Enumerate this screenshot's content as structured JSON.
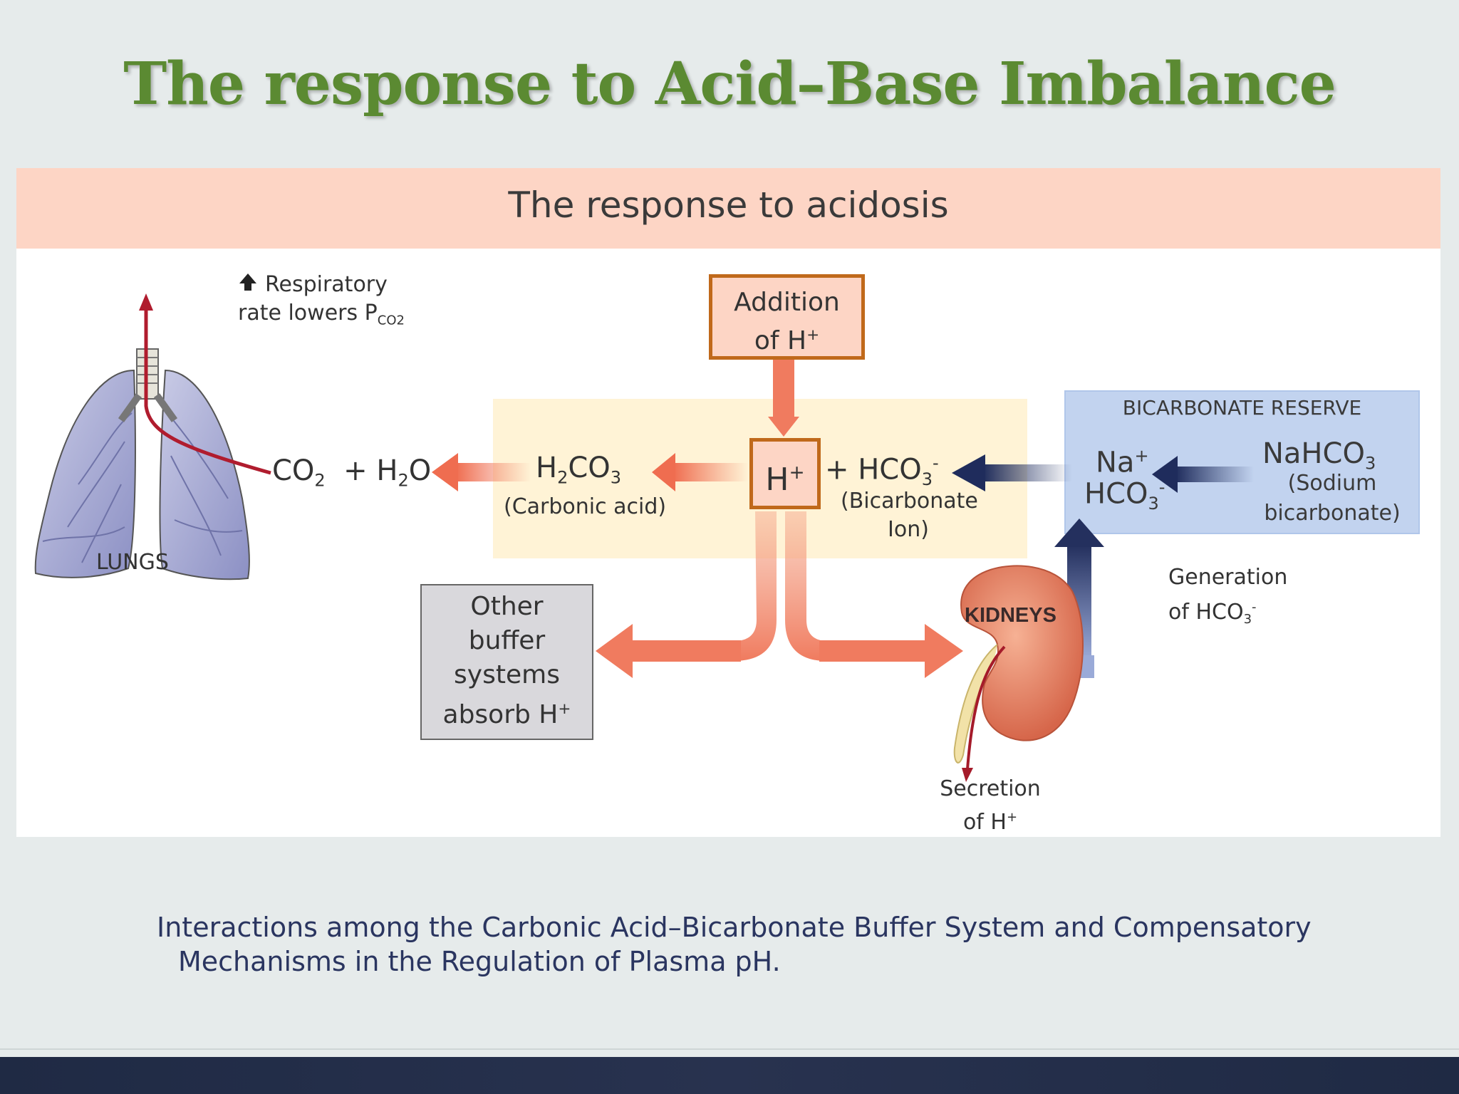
{
  "slide": {
    "title": "The response to Acid–Base Imbalance",
    "banner": "The response to acidosis",
    "caption_line1": "Interactions among the Carbonic Acid–Bicarbonate Buffer System and Compensatory",
    "caption_line2": "Mechanisms in the Regulation of Plasma pH."
  },
  "diagram": {
    "respiratory_line1": "Respiratory",
    "respiratory_line2": "rate lowers P",
    "respiratory_sub": "CO2",
    "lungs": "LUNGS",
    "co2": "CO",
    "co2_sub": "2",
    "h2o_pre": "+ H",
    "h2o_sub": "2",
    "h2o_post": "O",
    "h2co3_a": "H",
    "h2co3_sub1": "2",
    "h2co3_b": "CO",
    "h2co3_sub2": "3",
    "carbonic_acid": "(Carbonic acid)",
    "addition_line1": "Addition",
    "addition_line2": "of H",
    "plus_sup": "+",
    "hplus": "H",
    "hco3_pre": "+ HCO",
    "hco3_sub": "3",
    "minus_sup": "-",
    "bicarb_ion_line1": "(Bicarbonate",
    "bicarb_ion_line2": "Ion)",
    "reserve_title": "BICARBONATE RESERVE",
    "na": "Na",
    "hco3": "HCO",
    "nahco3": "NaHCO",
    "sodium_line1": "(Sodium",
    "sodium_line2": "bicarbonate)",
    "other_buffer_lines": [
      "Other",
      "buffer",
      "systems",
      "absorb H"
    ],
    "kidneys": "KIDNEYS",
    "generation_line1": "Generation",
    "generation_line2": "of HCO",
    "secretion_line1": "Secretion",
    "secretion_line2": "of H"
  },
  "colors": {
    "title_green": "#5b8a32",
    "banner_pink": "#fdd5c5",
    "orange_arrow": "#f07b5f",
    "navy_arrow": "#2b3a6b",
    "box_border": "#c0691b"
  }
}
